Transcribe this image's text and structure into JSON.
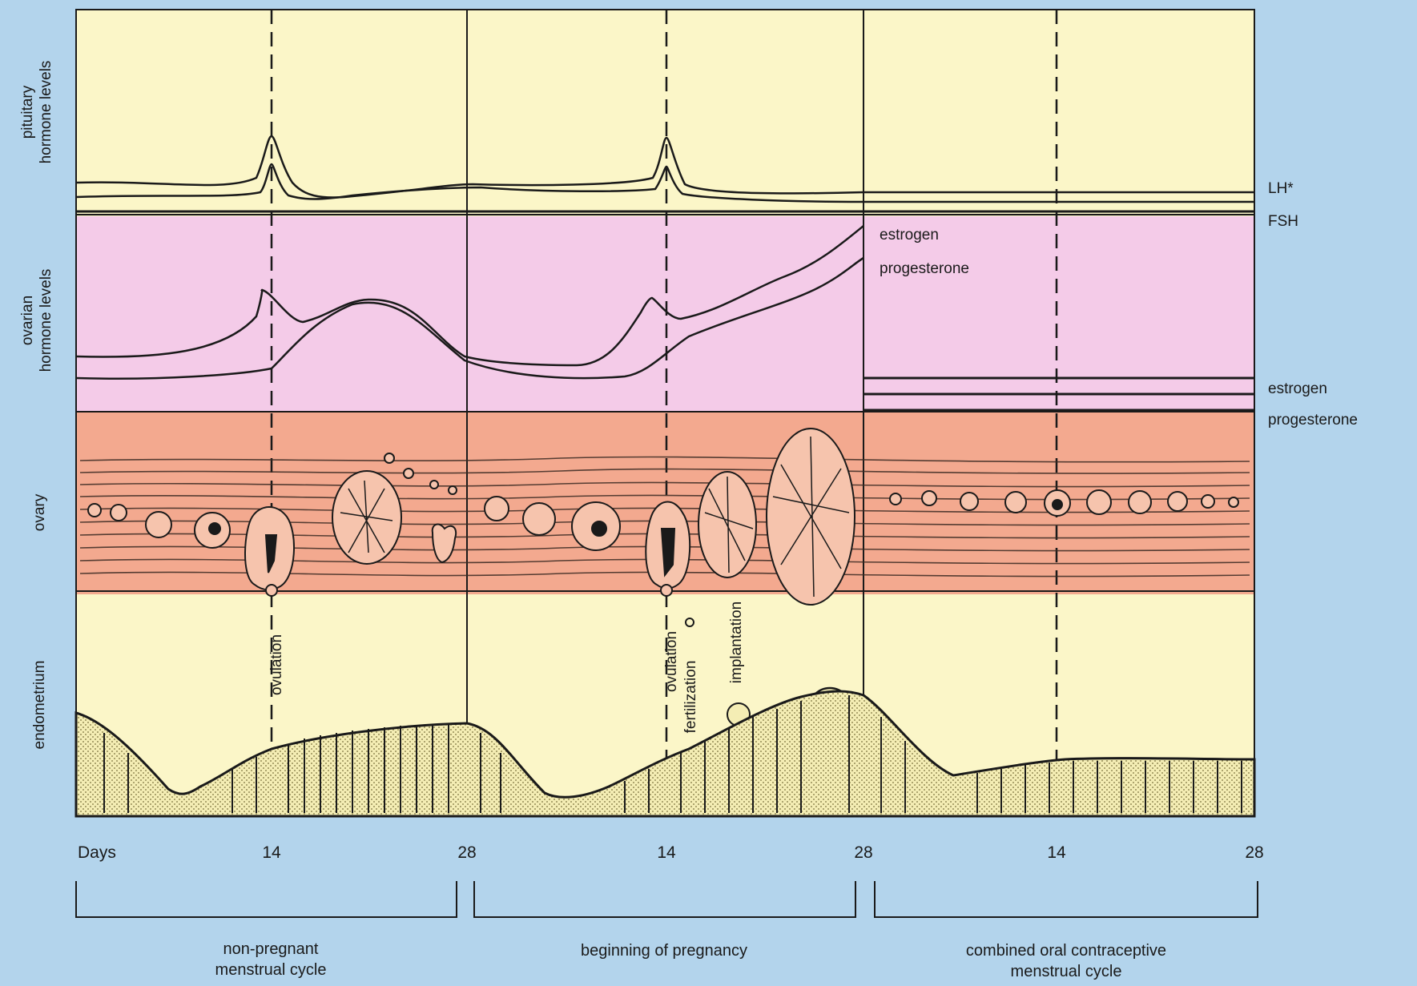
{
  "panels": {
    "pituitary": "pituitary\nhormone levels",
    "ovarian": "ovarian\nhormone levels",
    "ovary": "ovary",
    "endometrium": "endometrium"
  },
  "hormone_labels": {
    "lh": "LH*",
    "fsh": "FSH",
    "estrogen_top": "estrogen",
    "progesterone_top": "progesterone",
    "estrogen_right": "estrogen",
    "progesterone_right": "progesterone"
  },
  "events": {
    "ovulation_1": "ovulation",
    "ovulation_2": "ovulation",
    "fertilization": "fertilization",
    "implantation": "implantation"
  },
  "days_axis": {
    "label": "Days",
    "ticks": [
      "14",
      "28",
      "14",
      "28",
      "14",
      "28"
    ]
  },
  "phases": [
    "non-pregnant\nmenstrual cycle",
    "beginning of pregnancy",
    "combined oral contraceptive\nmenstrual cycle"
  ],
  "colors": {
    "background": "#b3d4ec",
    "pituitary_band": "#fbf6c8",
    "ovarian_band": "#f4cbe8",
    "ovary_band": "#f3a98f",
    "endometrium_band": "#fbf6c8",
    "ink": "#1a1a1a"
  }
}
